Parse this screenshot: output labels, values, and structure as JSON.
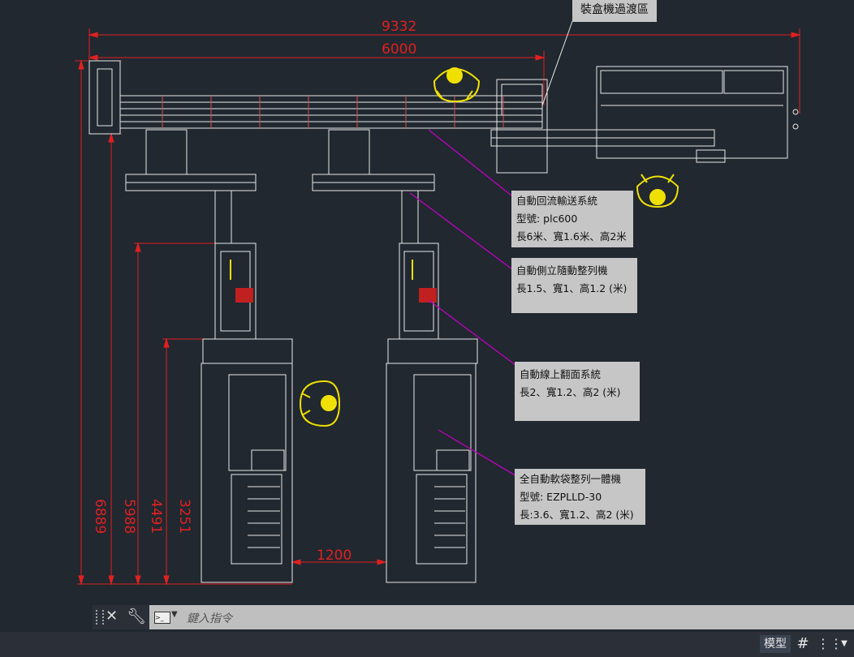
{
  "drawing": {
    "dimensions": {
      "total_length": "9332",
      "conveyor_length": "6000",
      "machine_gap": "1200",
      "height_1": "6889",
      "height_2": "5988",
      "height_3": "4491",
      "height_4": "3251"
    },
    "area_label": "裝盒機過渡區",
    "callouts": [
      {
        "lines": [
          "自動回流輸送系統",
          "型號: plc600",
          "長6米、寬1.6米、高2米"
        ]
      },
      {
        "lines": [
          "自動側立隨動整列機",
          "長1.5、寬1、高1.2 (米)"
        ]
      },
      {
        "lines": [
          "自動線上翻面系統",
          "長2、寬1.2、高2 (米)"
        ]
      },
      {
        "lines": [
          "全自動軟袋整列一體機",
          "型號: EZPLLD-30",
          "長:3.6、寬1.2、高2 (米)"
        ]
      }
    ]
  },
  "command_line": {
    "placeholder": "鍵入指令"
  },
  "status_bar": {
    "model_tab": "模型"
  },
  "colors": {
    "background": "#212830",
    "dimension_red": "#e02020",
    "leader_magenta": "#c000c0",
    "operator_yellow": "#f0e000",
    "callout_bg": "#c6c6c6"
  }
}
